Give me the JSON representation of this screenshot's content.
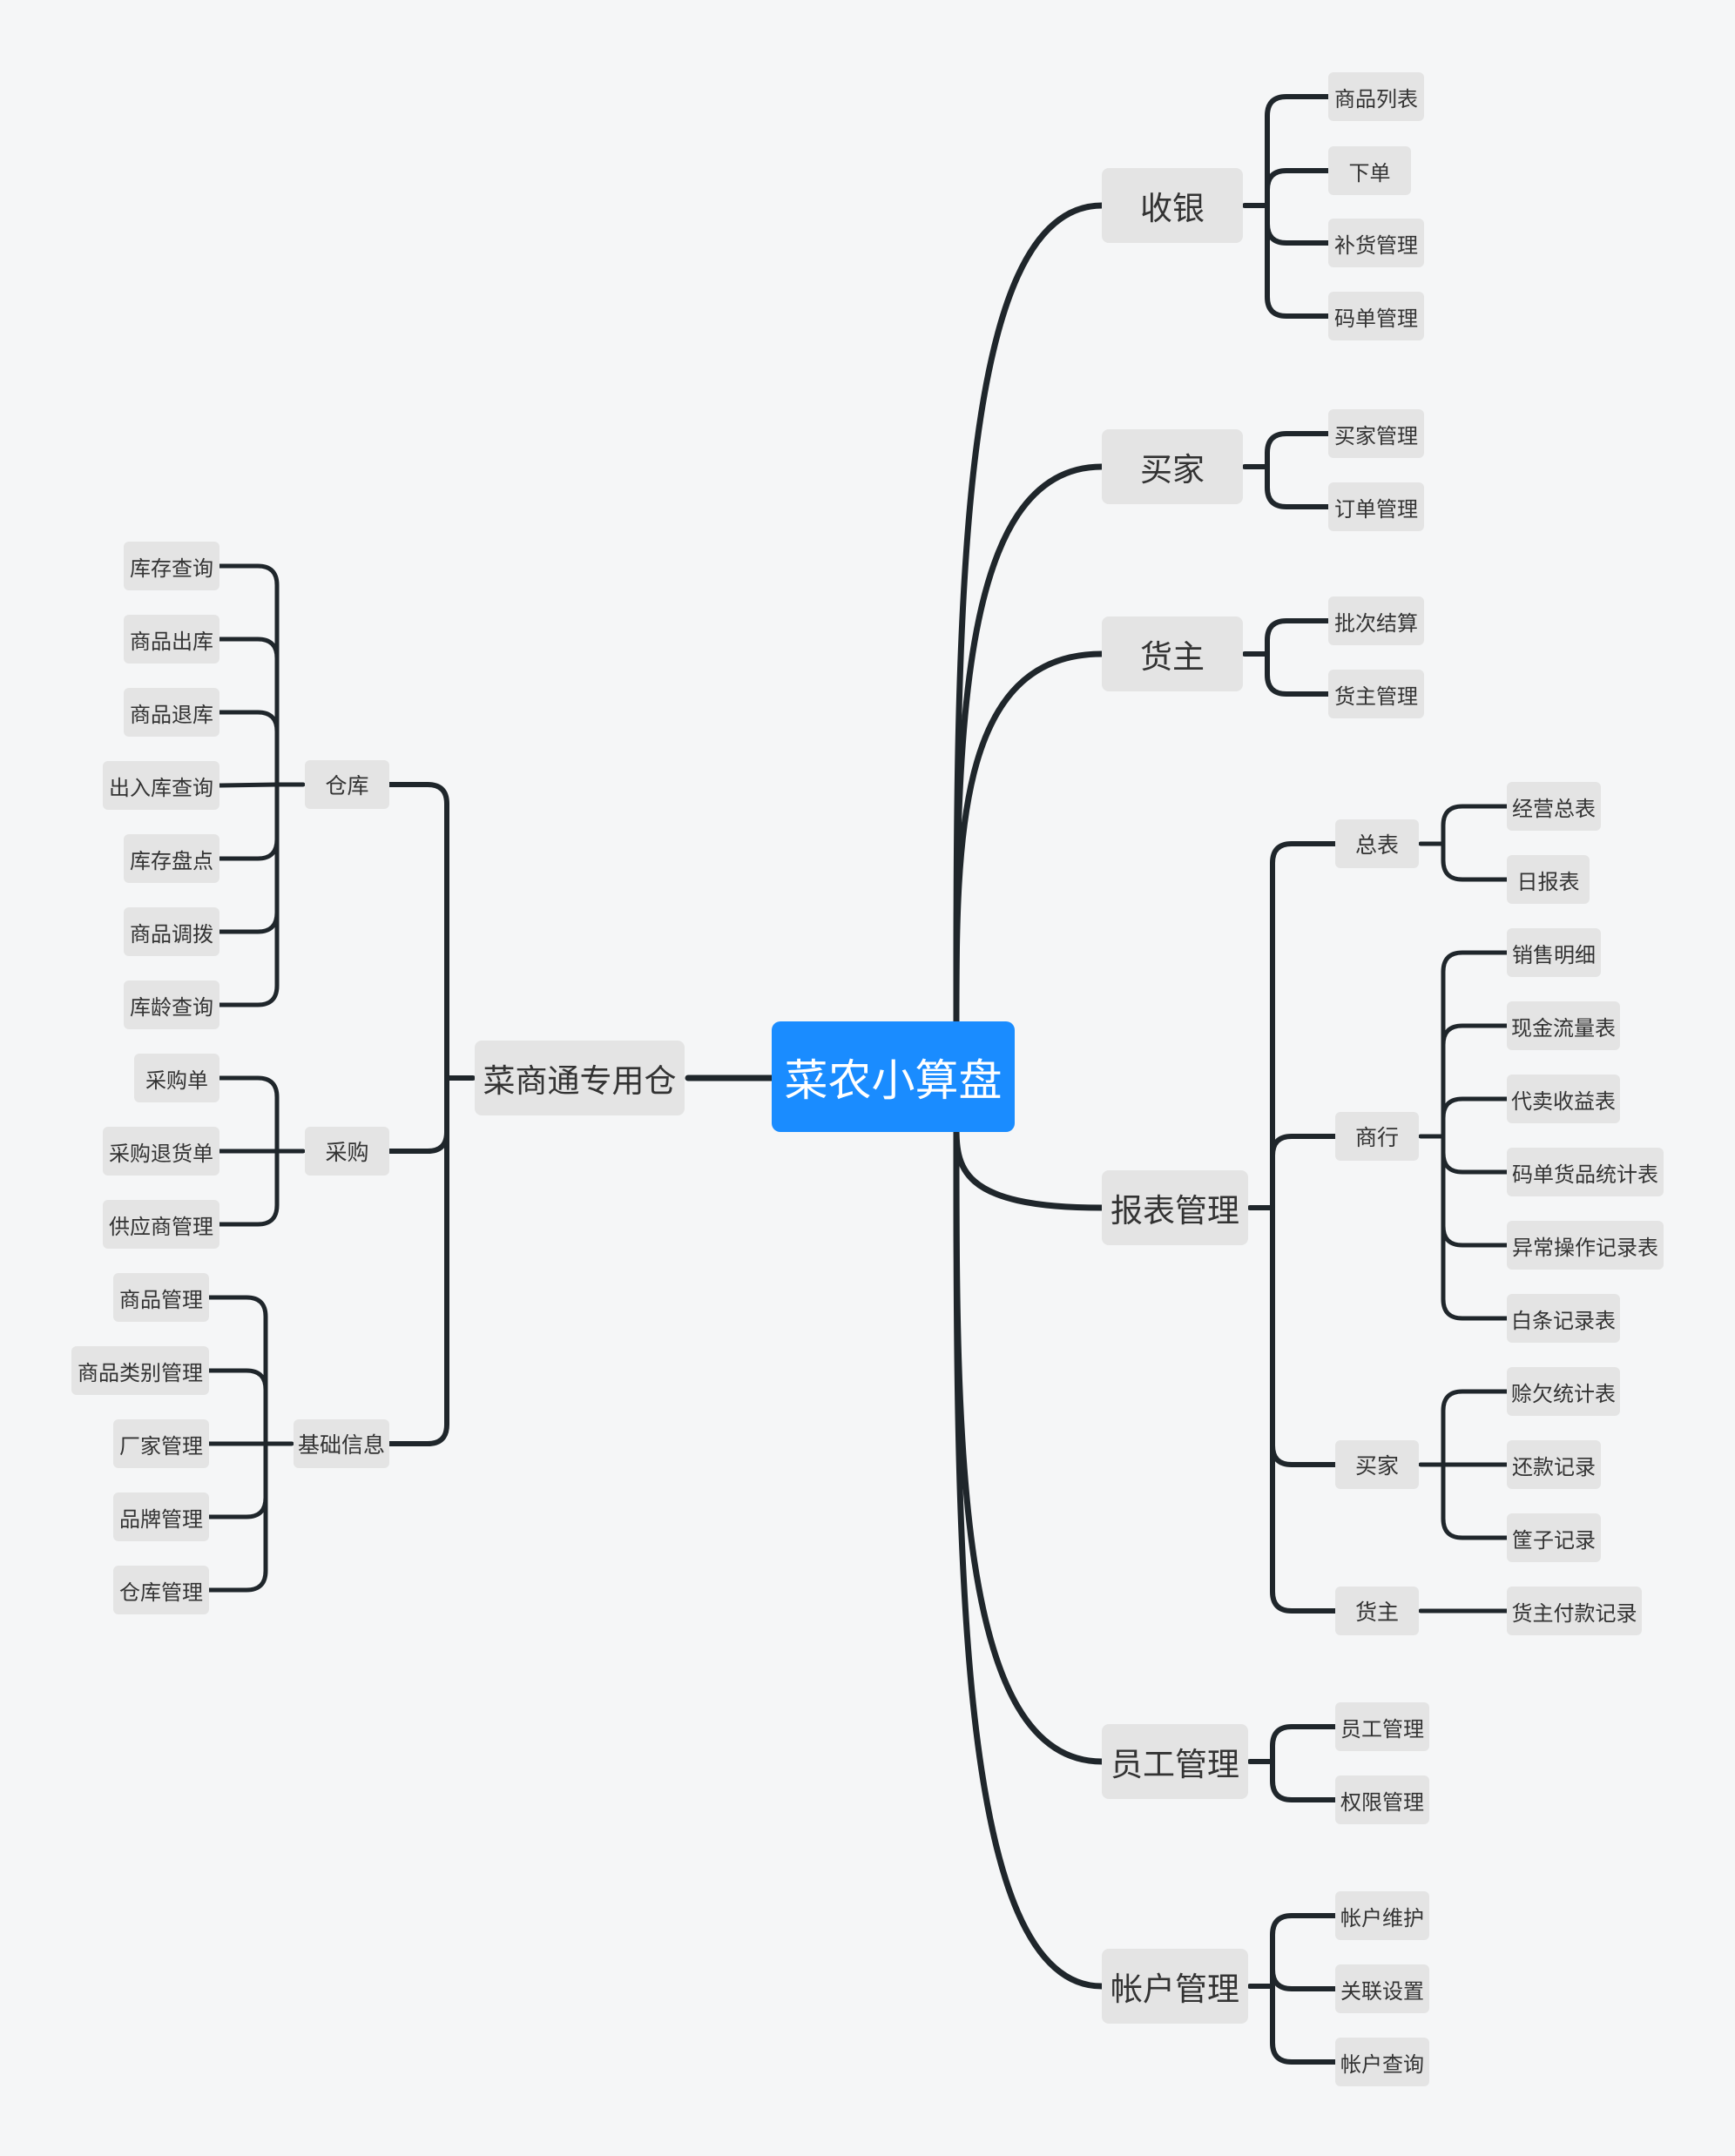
{
  "root": {
    "label": "菜农小算盘"
  },
  "right_branches": [
    {
      "label": "收银",
      "children": [
        {
          "label": "商品列表"
        },
        {
          "label": "下单"
        },
        {
          "label": "补货管理"
        },
        {
          "label": "码单管理"
        }
      ]
    },
    {
      "label": "买家",
      "children": [
        {
          "label": "买家管理"
        },
        {
          "label": "订单管理"
        }
      ]
    },
    {
      "label": "货主",
      "children": [
        {
          "label": "批次结算"
        },
        {
          "label": "货主管理"
        }
      ]
    },
    {
      "label": "报表管理",
      "children": [
        {
          "label": "总表",
          "children": [
            {
              "label": "经营总表"
            },
            {
              "label": "日报表"
            }
          ]
        },
        {
          "label": "商行",
          "children": [
            {
              "label": "销售明细"
            },
            {
              "label": "现金流量表"
            },
            {
              "label": "代卖收益表"
            },
            {
              "label": "码单货品统计表"
            },
            {
              "label": "异常操作记录表"
            },
            {
              "label": "白条记录表"
            }
          ]
        },
        {
          "label": "买家",
          "children": [
            {
              "label": "赊欠统计表"
            },
            {
              "label": "还款记录"
            },
            {
              "label": "筐子记录"
            }
          ]
        },
        {
          "label": "货主",
          "children": [
            {
              "label": "货主付款记录"
            }
          ]
        }
      ]
    },
    {
      "label": "员工管理",
      "children": [
        {
          "label": "员工管理"
        },
        {
          "label": "权限管理"
        }
      ]
    },
    {
      "label": "帐户管理",
      "children": [
        {
          "label": "帐户维护"
        },
        {
          "label": "关联设置"
        },
        {
          "label": "帐户查询"
        }
      ]
    }
  ],
  "left_branch": {
    "label": "菜商通专用仓",
    "children": [
      {
        "label": "仓库",
        "children": [
          {
            "label": "库存查询"
          },
          {
            "label": "商品出库"
          },
          {
            "label": "商品退库"
          },
          {
            "label": "出入库查询"
          },
          {
            "label": "库存盘点"
          },
          {
            "label": "商品调拨"
          },
          {
            "label": "库龄查询"
          }
        ]
      },
      {
        "label": "采购",
        "children": [
          {
            "label": "采购单"
          },
          {
            "label": "采购退货单"
          },
          {
            "label": "供应商管理"
          }
        ]
      },
      {
        "label": "基础信息",
        "children": [
          {
            "label": "商品管理"
          },
          {
            "label": "商品类别管理"
          },
          {
            "label": "厂家管理"
          },
          {
            "label": "品牌管理"
          },
          {
            "label": "仓库管理"
          }
        ]
      }
    ]
  }
}
